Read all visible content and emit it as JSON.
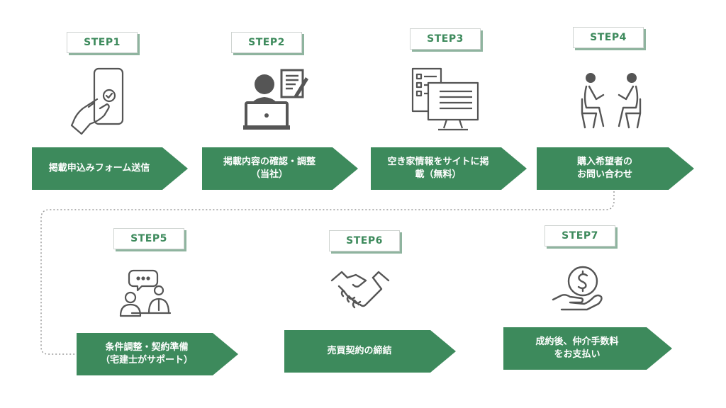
{
  "steps": [
    {
      "tag": "STEP1",
      "text": "掲載申込みフォーム送信",
      "icon": "smartphone-touch-icon"
    },
    {
      "tag": "STEP2",
      "text": "掲載内容の確認・調整\n（当社）",
      "icon": "person-laptop-document-icon"
    },
    {
      "tag": "STEP3",
      "text": "空き家情報をサイトに掲\n載（無料）",
      "icon": "computer-list-icon"
    },
    {
      "tag": "STEP4",
      "text": "購入希望者の\nお問い合わせ",
      "icon": "two-people-talking-icon"
    },
    {
      "tag": "STEP5",
      "text": "条件調整・契約準備\n（宅建士がサポート）",
      "icon": "consultation-icon"
    },
    {
      "tag": "STEP6",
      "text": "売買契約の締結",
      "icon": "handshake-icon"
    },
    {
      "tag": "STEP7",
      "text": "成約後、仲介手数料\nをお支払い",
      "icon": "coin-hand-icon"
    }
  ],
  "colors": {
    "accent": "#3d8a5c",
    "icon": "#555555",
    "connector": "#9a9a9a"
  }
}
